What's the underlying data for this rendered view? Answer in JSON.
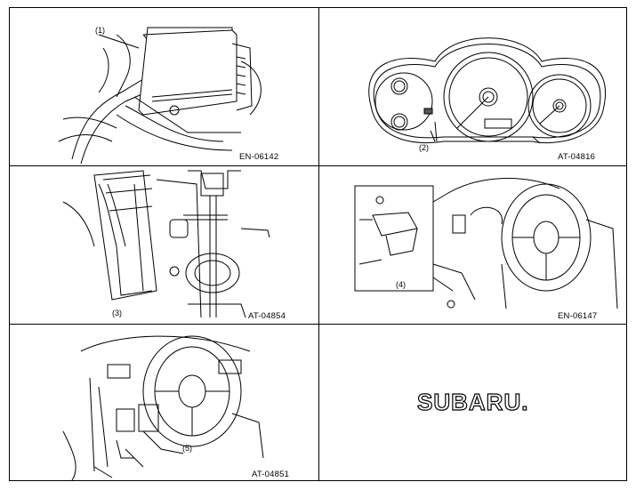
{
  "figures": [
    {
      "code": "EN-06142",
      "callout": "(1)"
    },
    {
      "code": "AT-04816",
      "callout": "(2)"
    },
    {
      "code": "AT-04854",
      "callout": "(3)"
    },
    {
      "code": "EN-06147",
      "callout": "(4)"
    },
    {
      "code": "AT-04851",
      "callout": "(5)"
    }
  ],
  "logo": {
    "text": "SUBARU."
  }
}
